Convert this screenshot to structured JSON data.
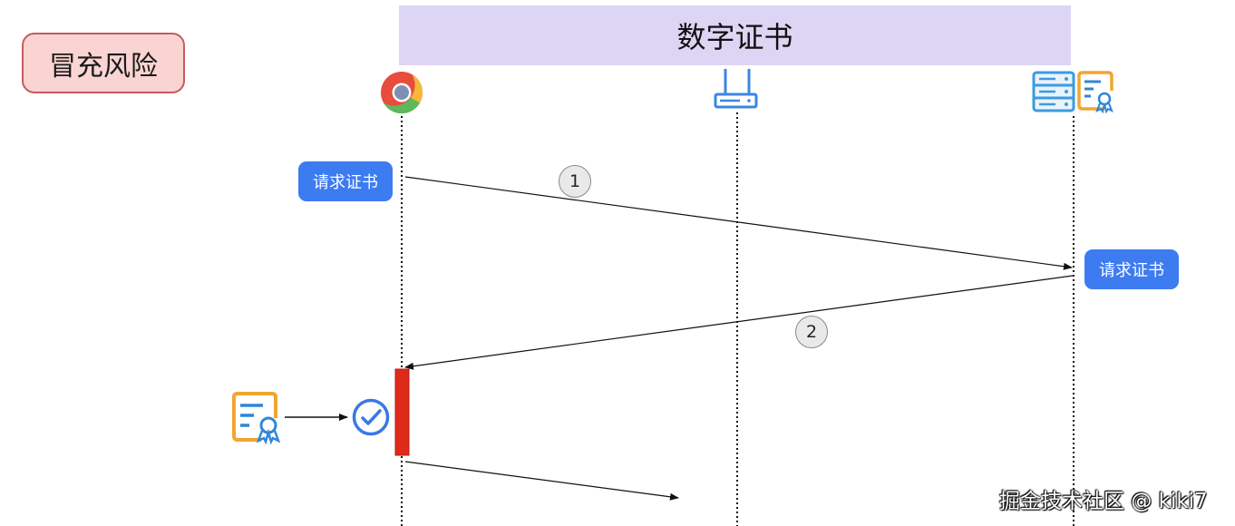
{
  "risk_label": "冒充风险",
  "title": "数字证书",
  "request_left_label": "请求证书",
  "request_right_label": "请求证书",
  "step_one": "1",
  "step_two": "2",
  "watermark": "掘金技术社区 @ kiki7",
  "icons": {
    "client": "chrome-browser-icon",
    "middle": "router-icon",
    "server": "server-icon",
    "server_certificate": "certificate-icon",
    "local_certificate": "certificate-icon",
    "verify": "check-circle-icon"
  },
  "colors": {
    "title_background": "#ddd5f4",
    "risk_background": "#f9d4d3",
    "risk_border": "#c85a5a",
    "request_label": "#3d7bf0",
    "activation_bar": "#dd2a1b",
    "certificate_orange": "#f2a531",
    "certificate_blue": "#2f86d8"
  }
}
